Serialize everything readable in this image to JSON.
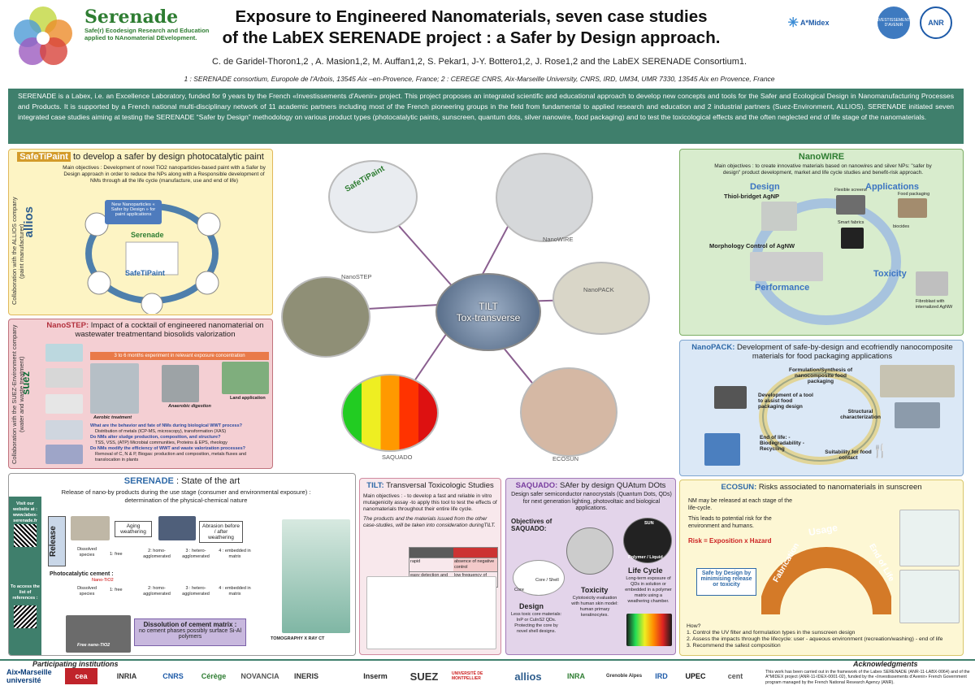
{
  "header": {
    "brand_name": "Serenade",
    "brand_sub": "Safe(r) Ecodesign Research and Education applied to NAnomaterial DEvelopment.",
    "title_line1": "Exposure to Engineered Nanomaterials, seven case studies",
    "title_line2": "of the LabEX SERENADE project : a Safer by Design approach.",
    "authors": "C. de Garidel-Thoron1,2 , A. Masion1,2, M. Auffan1,2, S. Pekar1, J-Y. Bottero1,2, J. Rose1,2 and the LabEX SERENADE Consortium1.",
    "affiliations": "1 : SERENADE consortium, Europole de l'Arbois, 13545 Aix –en-Provence, France; 2 : CEREGE CNRS, Aix-Marseille University, CNRS, IRD, UM34, UMR 7330, 13545 Aix en Provence, France",
    "logos": [
      "A*Midex",
      "INVESTISSEMENTS D'AVENIR",
      "ANR"
    ]
  },
  "intro": "SERENADE is a Labex, i.e. an Excellence Laboratory, funded for 9 years by the French «Investissements d'Avenir» project. This project proposes an integrated scientific and educational approach to develop new concepts and tools for the Safer and Ecological Design in Nanomanufacturing Processes and Products. It is supported by a French national multi-disciplinary network of 11 academic partners including most of the French pioneering groups in the field from fundamental to applied research and education and 2 industrial partners (Suez-Environment, ALLIOS). SERENADE initiated seven integrated case studies aiming at testing the SERENADE “Safer by Design” methodology on various product types (photocatalytic paints, sunscreen, quantum dots, silver nanowire, food packaging) and to test the toxicological effects and the often neglected end of life stage of the nanomaterials.",
  "safetipaint": {
    "title": "SafeTiPaint",
    "subtitle": " to develop a safer by design photocatalytic paint",
    "objectives": "Main objectives : Development of novel TiO2 nanoparticles-based paint with a Safer by Design approach in order to reduce the NPs along with a Responsible development of NMs through all the life cycle (manufacture, use and end of life)",
    "side": "Collaboration with the ALLIOS company (paint manufacturer)",
    "company": "allios",
    "cycle_center": "Serenade",
    "cycle_bottom": "SafeTiPaint",
    "cycle_box": "New Nanoparticles « Safer by Design » for paint applications"
  },
  "nanostep": {
    "title": "NanoSTEP:",
    "subtitle": " Impact of a cocktail of engineered nanomaterial on wastewater treatmentand biosolids valorization",
    "side": "Collaboration with the SUEZ-Environment company (water and waste treatment)",
    "company": "suez",
    "timeline": "3 to 6 months experiment in relevant exposure concentration",
    "aerobic": "Aerobic treatment",
    "anaerobic": "Anaerobic digestion",
    "land": "Land application",
    "q1": "What are the behavior and fate of NMs during biological WWT process?",
    "a1": "Distribution of metals (ICP-MS, microscopy), transformation (XAS)",
    "q2": "Do NMs alter sludge production, composition, and structure?",
    "a2": "TSS, VSS, (ATP) Microbial communities, Proteins & EPS, rheology",
    "q3": "Do NMs modify the efficiency of WWT and waste valorization processes?",
    "a3": "Removal of C, N & P, Biogas: production and composition, metals fluxes and translocation in plants"
  },
  "hub": {
    "center_line1": "TILT",
    "center_line2": "Tox-transverse",
    "labels": [
      "SafeTiPaint",
      "NanoWIRE",
      "NanoPACK",
      "ECOSUN",
      "SAQUADO",
      "NanoSTEP"
    ]
  },
  "nanowire": {
    "title": "NanoWIRE",
    "objectives": "Main objectives : to create innovative materials based on nanowires and silver NPs: \"safer by design\" product development, market and life cycle studies and benefit-risk approach.",
    "design": "Design",
    "applications": "Applications",
    "toxicity": "Toxicity",
    "performance": "Performance",
    "thiol": "Thiol-bridget AgNP",
    "morph": "Morphology Control of AgNW",
    "flex": "Flexible screens",
    "food": "Food packaging",
    "smart": "Smart fabrics",
    "biocides": "biocides",
    "fibro": "Fibroblast with internalized AgNW"
  },
  "nanopack": {
    "title": "NanoPACK:",
    "subtitle": " Development of safe-by-design and ecofriendly nanocomposite materials for food packaging applications",
    "formulation": "Formulation/Synthesis of nanocomposite food packaging",
    "tool": "Development of a tool to assist food packaging design",
    "structural": "Structural characterization",
    "end": "End of life: -Biodegradability -Recycling",
    "suitability": "Suitability for food contact"
  },
  "serenade_art": {
    "title": "SERENADE",
    "subtitle": " : State of the art",
    "lead": "Release of nano-by products during the use stage (consumer and environmental exposure) : determination of the physical-chemical nature",
    "release": "Release",
    "aging": "Aging weathering",
    "abrasion": "Abrasion before / after weathering",
    "dissolved": "Dissolved species",
    "free": "1: free",
    "homo": "2: homo-agglomerated",
    "hetero": "3 : hetero-agglomerated",
    "embedded": "4 : embedded in matrix",
    "photocat": "Photocatalytic cement :",
    "nanotio2": "Nano-TiO2",
    "dissolution": "Dissolution of cement matrix :",
    "dissolution_detail": "no cement phases possibly surface Si-Al polymers",
    "freenano": "Free nano-TiO2",
    "tomo": "TOMOGRAPHY X RAY CT",
    "visit": "Visit our website at : www.labex-serenade.fr",
    "access": "To access the list of references :"
  },
  "tilt": {
    "title": "TILT:",
    "subtitle": " Transversal Toxicologic Studies",
    "objectives": "Main objectives : - to develop a fast and reliable in vitro mutagenicity assay -to apply this tool to test the effects of nanomaterials throughout their entire life cycle.",
    "italic": "The products and the materials issued from the other case-studies, will be taken into consideration duringTILT.",
    "cell1": "rapid",
    "cell2": "absence of negative control",
    "cell3": "easy detection and quantification of mutations",
    "cell4": "low frequency of spontaneous mutations"
  },
  "saquado": {
    "title": "SAQUADO:",
    "subtitle": " SAfer by design QUAtum DOts",
    "lead": "Design safer semiconductor nanocrystals (Quantum Dots, QDs) for next generation lighting, photovoltaic and biological applications.",
    "objectives": "Objectives of SAQUADO:",
    "design": "Design",
    "design_text": "Less toxic core materials: InP or CuInS2 QDs. Protecting the core by novel shell designs.",
    "toxicity": "Toxicity",
    "toxicity_text": "Cytotoxicity evaluation with human skin model: human primary keratinocytes.",
    "life": "Life Cycle",
    "life_text": "Long-term exposure of QDs in solution or embedded in a polymer matrix using a weathering chamber.",
    "sun": "SUN",
    "polymer": "Polymer / Liquid",
    "core": "Core",
    "coreshell": "Core / Shell"
  },
  "ecosun": {
    "title": "ECOSUN:",
    "subtitle": " Risks associated to nanomaterials in sunscreen",
    "p1": "NM may be released at each stage of the life-cycle.",
    "p2": "This leads to potential risk for the environment and humans.",
    "risk": "Risk = Exposition x Hazard",
    "sbd": "Safe by Design by minimising release or toxicity",
    "how": "How?",
    "h1": "1. Control the UV filter and formulation types in the sunscreen design",
    "h2": "2. Assess the impacts through the lifecycle: user - aqueous environment (recreation/washing) - end of life",
    "h3": "3. Recommend the safest composition",
    "usage": "Usage",
    "fab": "Fabrication",
    "eol": "End of Life"
  },
  "footer": {
    "participating": "Participating institutions",
    "ack_title": "Acknowledgments",
    "ack": "This work has been carried out in the framework of the Labex SERENADE (ANR-11-LABX-0064) and of the A*MIDEX project (ANR-11-IDEX-0001-02), funded by the «Investissements d'Avenir» French Government program managed by the French National Research Agency (ANR).",
    "logos": [
      "Aix•Marseille université",
      "cea",
      "INRIA",
      "CNRS",
      "Cérège",
      "NOVANCIA",
      "INERIS",
      "Inserm",
      "SUEZ",
      "UNIVERSITÉ DE MONTPELLIER",
      "allios",
      "INRA",
      "Grenoble Alpes",
      "IRD",
      "UPEC",
      "cent"
    ]
  },
  "colors": {
    "teal": "#3f7f6c",
    "yellow_panel": "#fdf4c4",
    "pink_panel": "#f4cfd3",
    "green_panel": "#d8eccd",
    "blue_panel": "#dbe8f6",
    "purple_panel": "#e3d4ea",
    "pale_yellow": "#fdf7d4"
  }
}
